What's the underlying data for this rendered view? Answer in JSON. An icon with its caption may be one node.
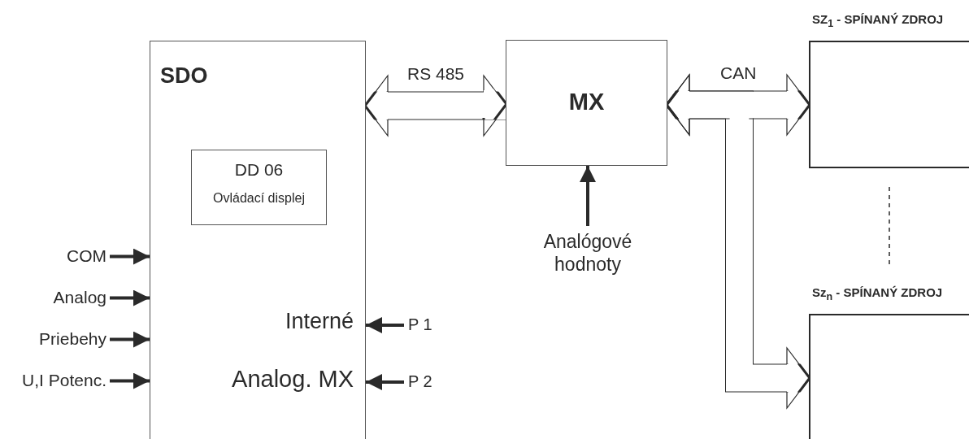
{
  "diagram": {
    "nodes": [
      {
        "text": [
          "SDO",
          "Interné",
          "Analog. MX"
        ]
      },
      {
        "text": [
          "DD 06",
          "Ovládací displej"
        ],
        "in": 0
      },
      {
        "text": [
          "MX"
        ]
      },
      {
        "text": [
          "SZ$_{1}$ - SPÍNANÝ ZDROJ"
        ]
      },
      {
        "text": [
          "Sz$_{n}$ - SPÍNANÝ ZDROJ"
        ]
      },
      {
        "text": [
          "COM"
        ]
      },
      {
        "text": [
          "Analog"
        ]
      },
      {
        "text": [
          "Priebehy"
        ]
      },
      {
        "text": [
          "U,I Potenc."
        ]
      },
      {
        "text": [
          "P 1"
        ]
      },
      {
        "text": [
          "P 2"
        ]
      },
      {
        "text": [
          "Analógové hodnoty"
        ]
      }
    ],
    "edges": [
      {
        "from": 0,
        "to": 2,
        "arrow": "both",
        "label": "RS 485",
        "style": "thick"
      },
      {
        "from": 2,
        "to": 3,
        "arrow": "both",
        "label": "CAN",
        "style": "thick"
      },
      {
        "from": 2,
        "to": 4,
        "arrow": "both",
        "style": "thick"
      },
      {
        "from": 5,
        "to": 0,
        "arrow": "to"
      },
      {
        "from": 6,
        "to": 0,
        "arrow": "to"
      },
      {
        "from": 7,
        "to": 0,
        "arrow": "to"
      },
      {
        "from": 8,
        "to": 0,
        "arrow": "to"
      },
      {
        "from": 9,
        "to": 0,
        "arrow": "to"
      },
      {
        "from": 10,
        "to": 0,
        "arrow": "to"
      },
      {
        "from": 11,
        "to": 2,
        "arrow": "to"
      }
    ]
  }
}
